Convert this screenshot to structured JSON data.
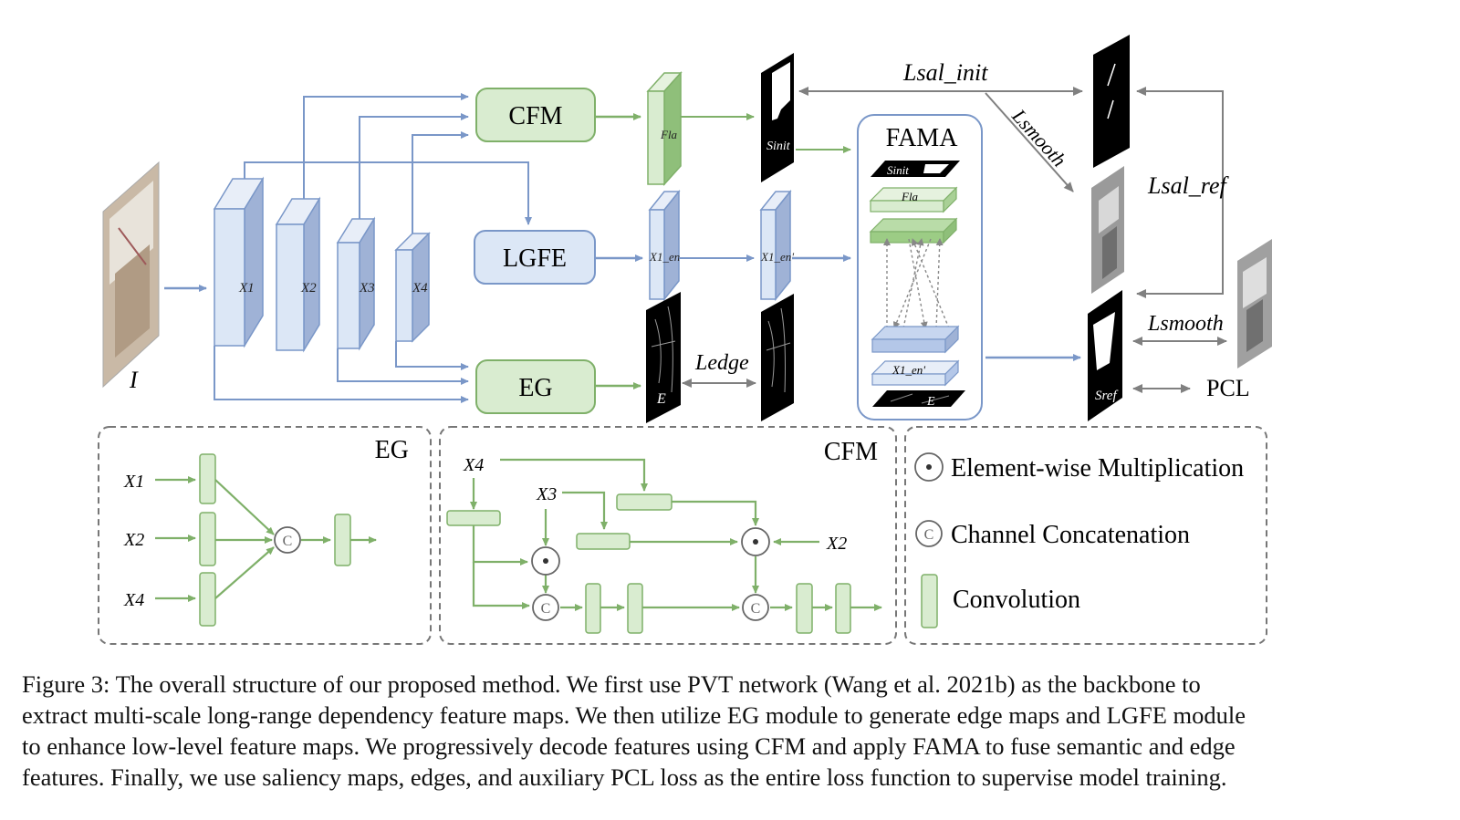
{
  "diagram": {
    "input": {
      "label": "I"
    },
    "backbone": {
      "features": [
        "X1",
        "X2",
        "X3",
        "X4"
      ]
    },
    "modules": {
      "cfm": "CFM",
      "lgfe": "LGFE",
      "eg": "EG",
      "fama": "FAMA"
    },
    "maps": {
      "f_la": "Fla",
      "x1_en": "X1_en",
      "x1_en_prime": "X1_en'",
      "s_init": "Sinit",
      "e": "E",
      "s_ref": "Sref"
    },
    "losses": {
      "l_sal_init": "Lsal_init",
      "l_smooth_top": "Lsmooth",
      "l_sal_ref": "Lsal_ref",
      "l_edge": "Ledge",
      "l_smooth_bottom": "Lsmooth",
      "pcl": "PCL"
    },
    "fama_layers": [
      "Sinit",
      "Fla",
      "X1_en'",
      "E"
    ],
    "eg_panel": {
      "title": "EG",
      "inputs": [
        "X1",
        "X2",
        "X4"
      ]
    },
    "cfm_panel": {
      "title": "CFM",
      "inputs": [
        "X4",
        "X3",
        "X2"
      ]
    },
    "legend": {
      "items": [
        {
          "symbol": "odot",
          "label": "Element-wise Multiplication"
        },
        {
          "symbol": "c",
          "label": "Channel Concatenation"
        },
        {
          "symbol": "conv",
          "label": "Convolution"
        }
      ]
    },
    "colors": {
      "blue": "#7a97c8",
      "blue_fill": "#dce7f6",
      "green": "#7fb069",
      "green_fill": "#d9ecd0",
      "gray_arrow": "#808080"
    }
  },
  "caption": {
    "lines": [
      "Figure 3: The overall structure of our proposed method. We first use PVT network (Wang et al. 2021b) as the backbone to",
      "extract multi-scale long-range dependency feature maps. We then utilize EG module to generate edge maps and LGFE module",
      "to enhance low-level feature maps. We progressively decode features using CFM and apply FAMA to fuse semantic and edge",
      "features. Finally, we use saliency maps, edges, and auxiliary PCL loss as the entire loss function to supervise model training."
    ]
  }
}
